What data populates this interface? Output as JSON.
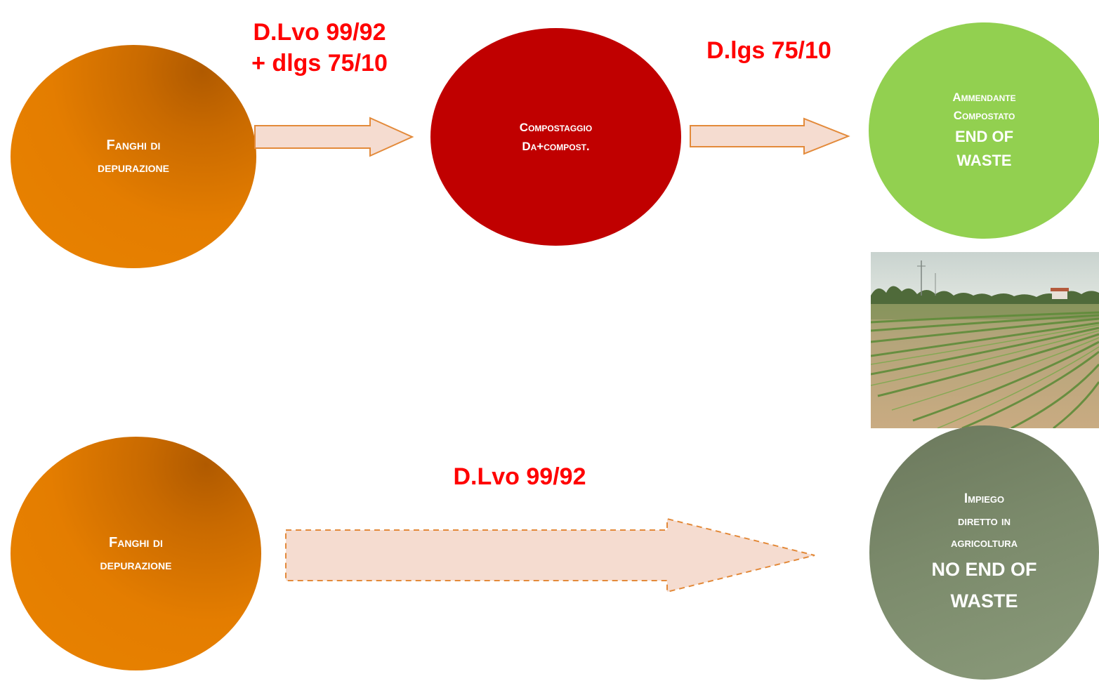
{
  "circles": {
    "fanghi_top": {
      "line1": "Fanghi di",
      "line2": "depurazione"
    },
    "compostaggio": {
      "line1": "Compostaggio",
      "line2": "Da+compost."
    },
    "ammendante": {
      "line1": "Ammendante",
      "line2": "Compostato",
      "line3": "END OF",
      "line4": "WASTE"
    },
    "fanghi_bottom": {
      "line1": "Fanghi di",
      "line2": "depurazione"
    },
    "impiego": {
      "line1": "Impiego",
      "line2": "diretto in",
      "line3": "agricoltura",
      "line4": "NO END OF",
      "line5": "WASTE"
    }
  },
  "labels": {
    "top_left_line1": "D.Lvo 99/92",
    "top_left_line2": "+ dlgs 75/10",
    "top_right": "D.lgs 75/10",
    "bottom": "D.Lvo 99/92"
  },
  "colors": {
    "orange": "#e98300",
    "red": "#c00000",
    "green": "#92d050",
    "olive": "#7b8a6b",
    "label_red": "#ff0000",
    "arrow_fill": "#f5dcd0",
    "arrow_stroke": "#e38a3a"
  }
}
